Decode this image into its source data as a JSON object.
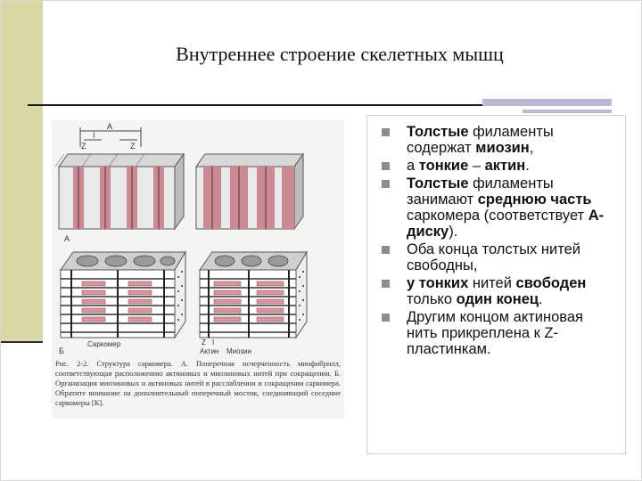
{
  "slide": {
    "title": "Внутреннее строение скелетных мышц"
  },
  "figure": {
    "label_top_a": "A",
    "label_top_i": "I",
    "label_top_z1": "Z",
    "label_top_z2": "Z",
    "label_panel_a": "А",
    "label_panel_b": "Б",
    "label_sarcomere": "Саркомер",
    "label_z_bottom": "Z",
    "label_i_bottom": "I",
    "label_actin": "Актин",
    "label_myosin": "Миозин",
    "caption": "Рис. 2-2. Структура саркомера. А. Поперечная исчерченность миофибрилл, соответствующая расположению актиновых и миозиновых нитей при сокращении. Б. Организация миозиновых и актиновых нитей в расслаблении и сокращении саркомера. Обратите внимание на дополнительный поперечный мостик, соединяющий соседние саркомеры [К]."
  },
  "bullets": [
    {
      "parts": [
        {
          "text": "Толстые",
          "bold": true
        },
        {
          "text": " филаменты содержат ",
          "bold": false
        },
        {
          "text": "миозин",
          "bold": true
        },
        {
          "text": ",",
          "bold": false
        }
      ]
    },
    {
      "parts": [
        {
          "text": "а ",
          "bold": false
        },
        {
          "text": "тонкие",
          "bold": true
        },
        {
          "text": " – ",
          "bold": false
        },
        {
          "text": "актин",
          "bold": true
        },
        {
          "text": ".",
          "bold": false
        }
      ]
    },
    {
      "parts": [
        {
          "text": "Толстые",
          "bold": true
        },
        {
          "text": " филаменты занимают ",
          "bold": false
        },
        {
          "text": "среднюю часть",
          "bold": true
        },
        {
          "text": " саркомера (соответствует ",
          "bold": false
        },
        {
          "text": "А-диску",
          "bold": true
        },
        {
          "text": ").",
          "bold": false
        }
      ]
    },
    {
      "parts": [
        {
          "text": "Оба конца толстых нитей свободны,",
          "bold": false
        }
      ]
    },
    {
      "parts": [
        {
          "text": "у тонких",
          "bold": true
        },
        {
          "text": " нитей ",
          "bold": false
        },
        {
          "text": "свободен",
          "bold": true
        },
        {
          "text": " только ",
          "bold": false
        },
        {
          "text": "один конец",
          "bold": true
        },
        {
          "text": ".",
          "bold": false
        }
      ]
    },
    {
      "parts": [
        {
          "text": "Другим концом актиновая нить прикреплена к Z-пластинкам.",
          "bold": false
        }
      ]
    }
  ],
  "colors": {
    "left_band": "#d7d8a6",
    "accent_bar": "#b9b9d0",
    "muscle_stripe": "#c98a94",
    "bullet_square": "#8c8c8c"
  }
}
